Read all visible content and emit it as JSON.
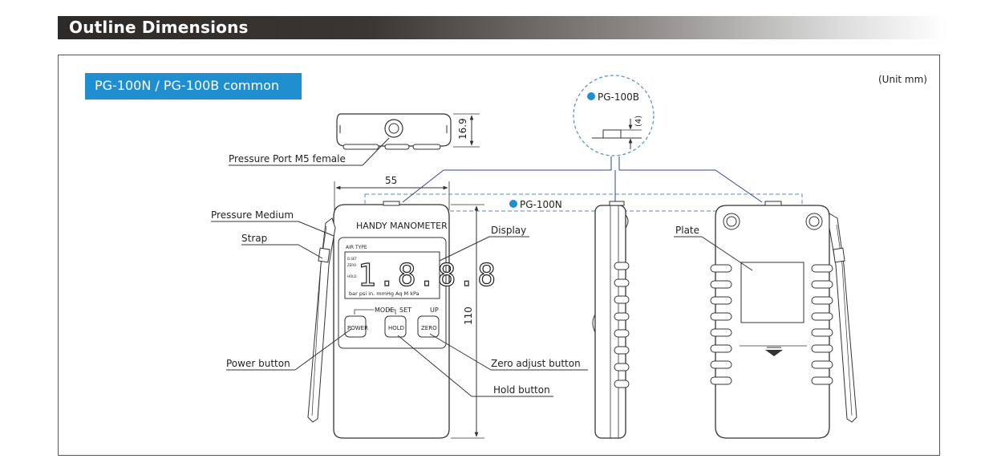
{
  "header": {
    "title": "Outline Dimensions"
  },
  "model_tag": "PG-100N / PG-100B common",
  "unit_note": "(Unit mm)",
  "callouts": {
    "pressure_port": "Pressure Port  M5 female",
    "pressure_medium": "Pressure Medium",
    "strap": "Strap",
    "display": "Display",
    "power_button": "Power button",
    "hold_button": "Hold button",
    "zero_adjust_button": "Zero adjust button",
    "plate": "Plate",
    "pg100b": "PG-100B",
    "pg100n": "PG-100N"
  },
  "dimensions": {
    "width": "55",
    "height": "110",
    "thickness": "16.9",
    "tip": "(4)"
  },
  "device": {
    "brand": "HANDY MANOMETER",
    "air_type": "AIR TYPE",
    "digits": "1.8.8.8",
    "side_labels": [
      "D.SET",
      "ZERO",
      "HOLD"
    ],
    "units_row": "bar psi in. mmHg  Aq   M kPa",
    "mode": "MODE",
    "set": "SET",
    "up": "UP",
    "buttons": {
      "power": "POWER",
      "hold": "HOLD",
      "zero": "ZERO"
    }
  },
  "colors": {
    "accent": "#1f8fd0",
    "line": "#333333",
    "leader": "#2e4a8a",
    "dashed": "#4a90c8"
  }
}
